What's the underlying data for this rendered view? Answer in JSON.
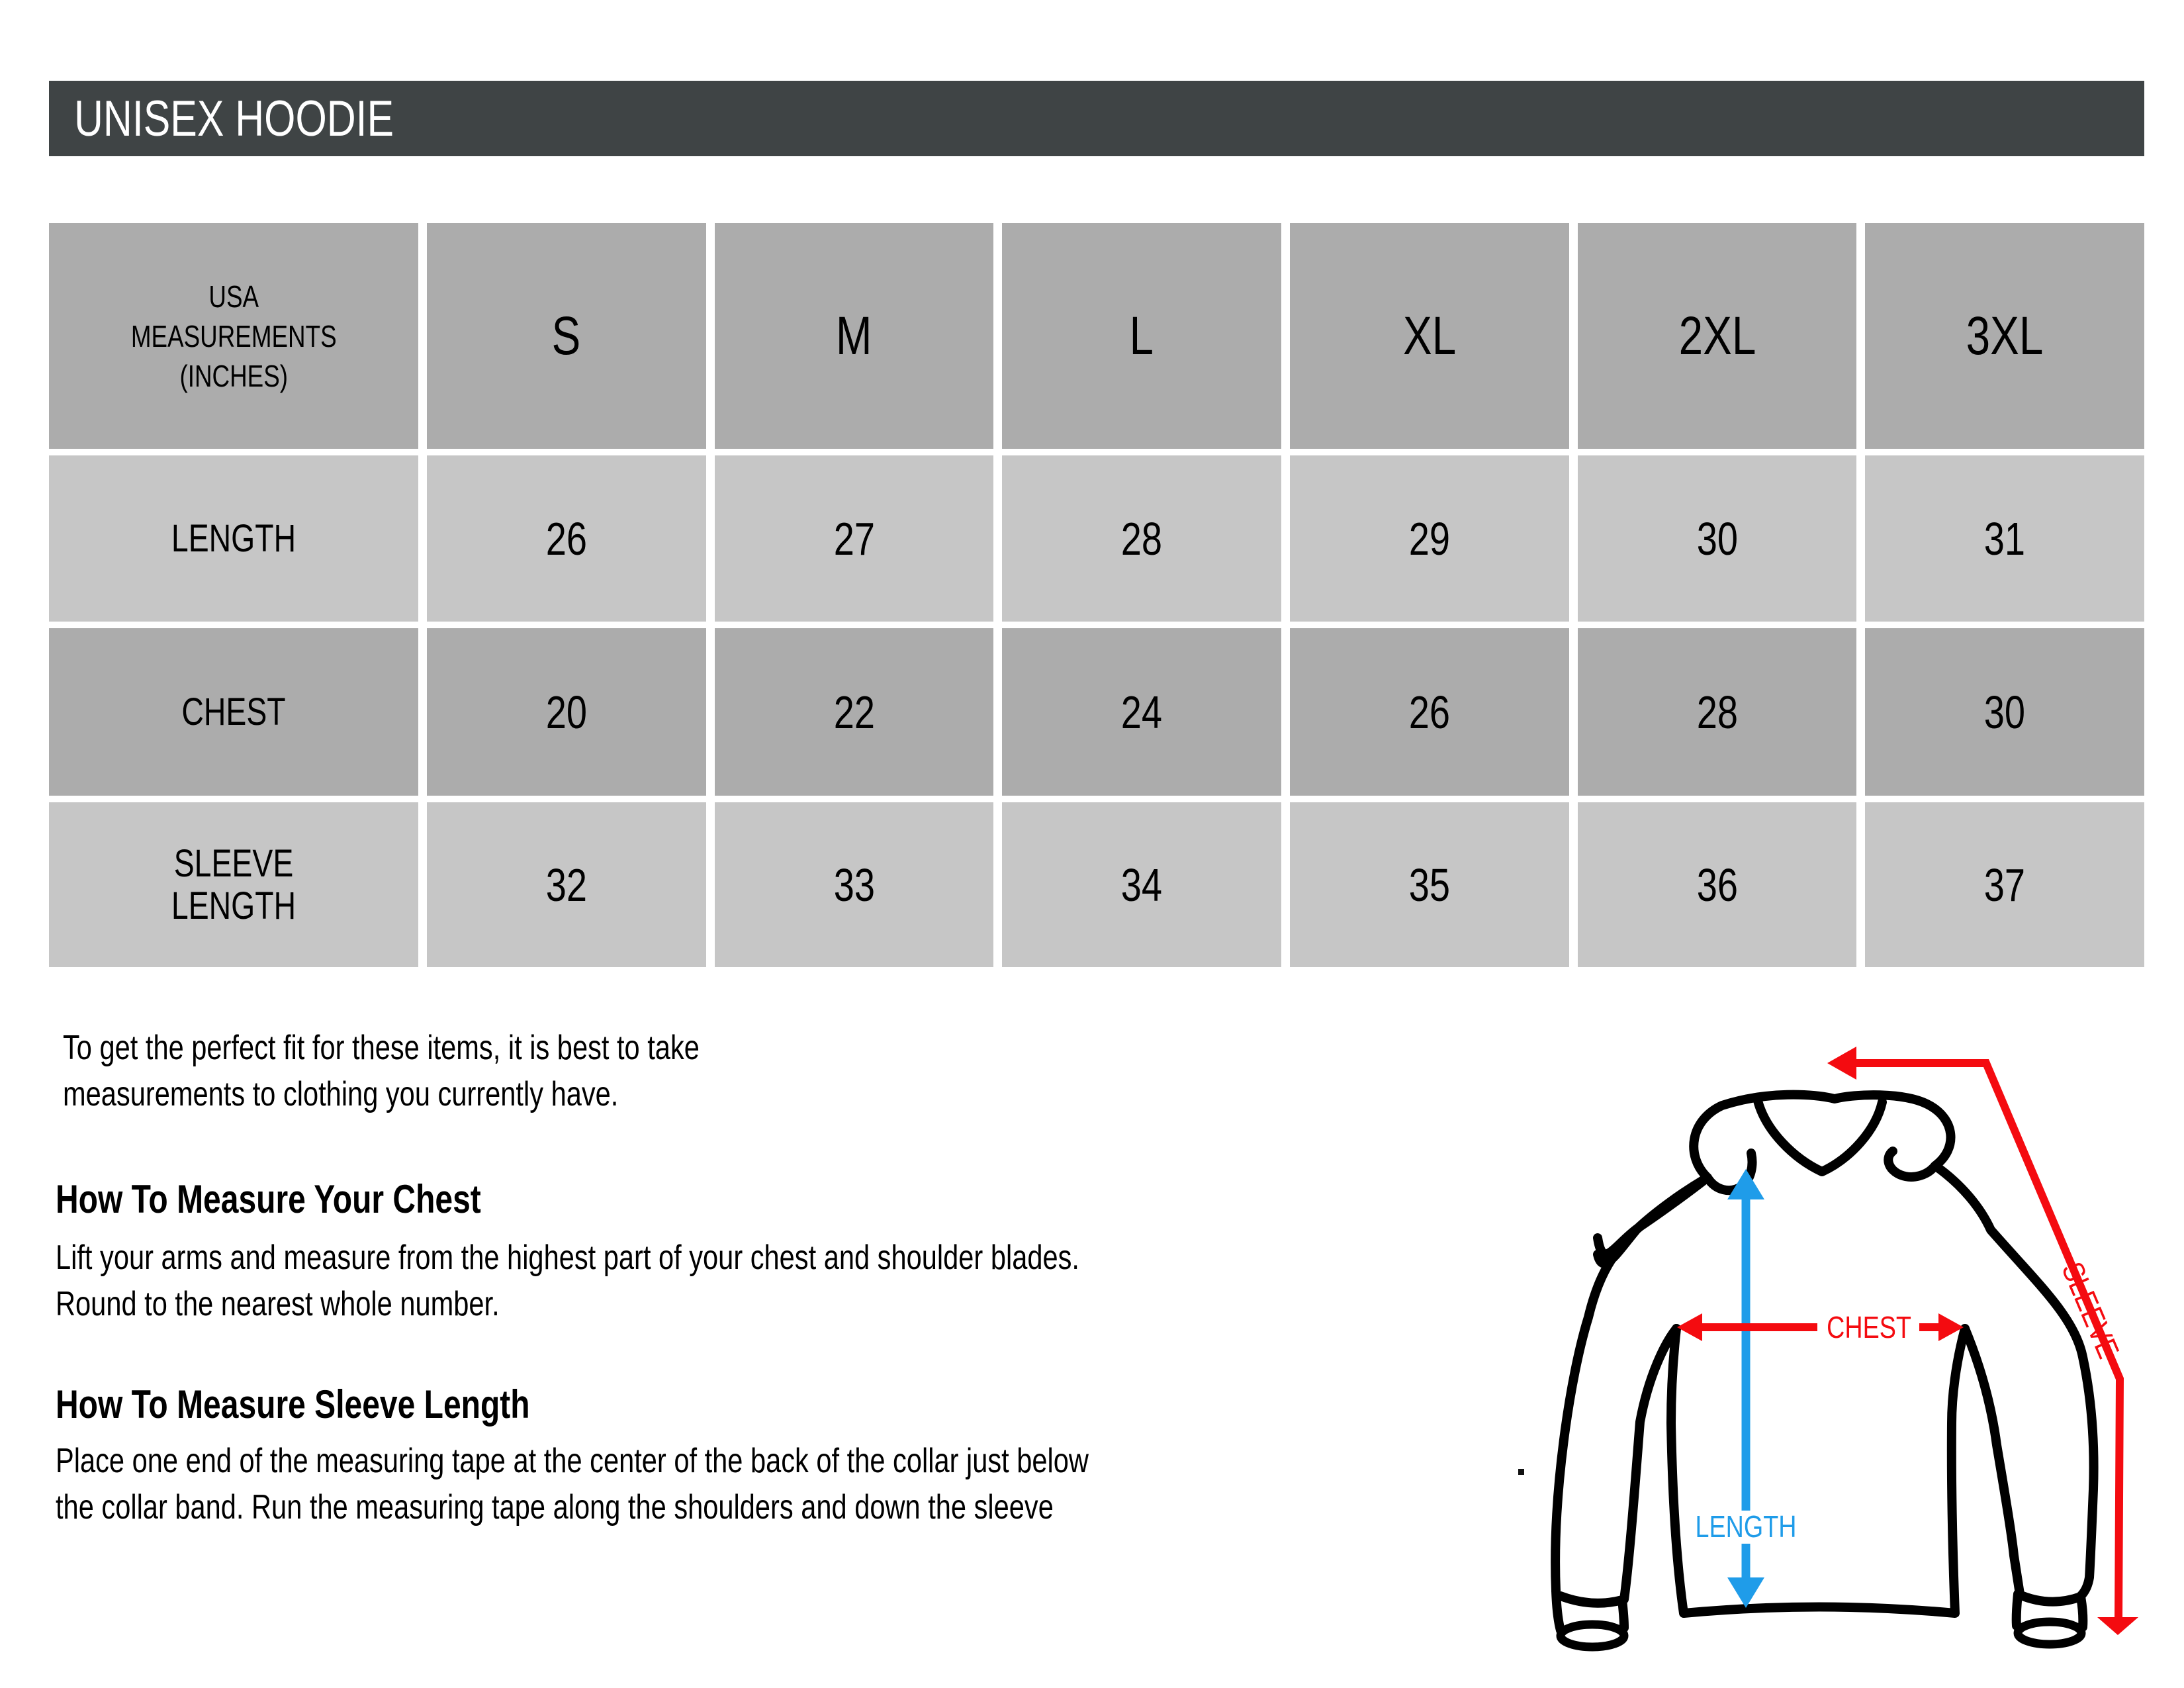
{
  "title": "UNISEX HOODIE",
  "table": {
    "corner_lines": [
      "USA",
      "MEASUREMENTS",
      "(INCHES)"
    ],
    "sizes": [
      "S",
      "M",
      "L",
      "XL",
      "2XL",
      "3XL"
    ],
    "rows": [
      {
        "label": "LENGTH",
        "values": [
          "26",
          "27",
          "28",
          "29",
          "30",
          "31"
        ]
      },
      {
        "label": "CHEST",
        "values": [
          "20",
          "22",
          "24",
          "26",
          "28",
          "30"
        ]
      },
      {
        "label": "SLEEVE LENGTH",
        "values": [
          "32",
          "33",
          "34",
          "35",
          "36",
          "37"
        ]
      }
    ]
  },
  "body_text": {
    "intro_lines": [
      "To get the perfect fit for these items, it is best to take",
      "measurements to clothing you currently have."
    ],
    "chest_heading": "How To Measure Your Chest",
    "chest_lines": [
      "Lift your arms and measure from the highest part of your chest and shoulder blades.",
      "Round to the nearest whole number."
    ],
    "sleeve_heading": "How To Measure Sleeve Length",
    "sleeve_lines": [
      "Place one end of the measuring tape at the center of the back of the collar just below",
      "the collar band. Run the measuring tape along the shoulders and down the sleeve"
    ]
  },
  "diagram": {
    "labels": {
      "chest": "CHEST",
      "length": "LENGTH",
      "sleeve": "SLEEVE"
    }
  },
  "colors": {
    "title_bar_bg": "#3F4445",
    "cell_gray_dark": "#ACACAC",
    "cell_gray_light": "#C6C6C6",
    "arrow_red": "#F40B10",
    "arrow_blue": "#1F9CE9",
    "outline_black": "#000000"
  }
}
